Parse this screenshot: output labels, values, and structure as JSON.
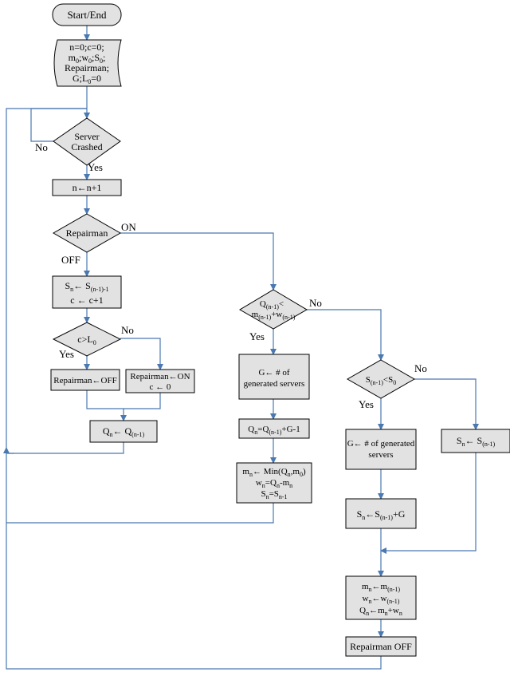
{
  "nodes": {
    "start_end": "Start/End",
    "init_1": "n=0;c=0;",
    "init_2a": "m",
    "init_2s1": "0",
    "init_2b": ";w",
    "init_2s2": "0",
    "init_2c": ";S",
    "init_2s3": "0",
    "init_2d": ";",
    "init_3": "Repairman;",
    "init_4a": "G;L",
    "init_4s": "0",
    "init_4b": "=0",
    "server_crashed_1": "Server",
    "server_crashed_2": "Crashed",
    "increment_n": "n←n+1",
    "repairman_check": "Repairman",
    "sn_1a": "S",
    "sn_1s": "n",
    "sn_1b": "← S",
    "sn_1s2": "(n-1)-1",
    "sn_2": "c ← c+1",
    "c_gt_l_a": "c>L",
    "c_gt_l_s": "0",
    "repairman_off": "Repairman←OFF",
    "repairman_on_1": "Repairman←ON",
    "repairman_on_2": "c ← 0",
    "qn_left_a": "Q",
    "qn_left_s": "n",
    "qn_left_b": "← Q",
    "qn_left_s2": "(n-1)",
    "q_cmp_1a": "Q",
    "q_cmp_1s": "(n-1)",
    "q_cmp_1b": "<",
    "q_cmp_2a": "m",
    "q_cmp_2s": "(n-1)",
    "q_cmp_2b": "+w",
    "q_cmp_2s2": "(n-1)",
    "gen_mid_1": "G← # of",
    "gen_mid_2": "generated servers",
    "qn_mid_a": "Q",
    "qn_mid_s": "n",
    "qn_mid_b": "=Q",
    "qn_mid_s2": "(n-1)",
    "qn_mid_c": "+G-1",
    "min_1a": "m",
    "min_1s": "n",
    "min_1b": "← Min(Q",
    "min_1s2": "n",
    "min_1c": ",m",
    "min_1s3": "0",
    "min_1d": ")",
    "min_2a": "w",
    "min_2s": "n",
    "min_2b": "=Q",
    "min_2s2": "n",
    "min_2c": "-m",
    "min_2s3": "n",
    "min_3a": "S",
    "min_3s": "n",
    "min_3b": "=S",
    "min_3s2": "n-1",
    "s_cmp_a": "S",
    "s_cmp_s": "(n-1)",
    "s_cmp_b": "<S",
    "s_cmp_s2": "0",
    "gen_right_1": "G← # of generated",
    "gen_right_2": "servers",
    "sn_far_a": "S",
    "sn_far_s": "n",
    "sn_far_b": "← S",
    "sn_far_s2": "(n-1)",
    "sn_plus_a": "S",
    "sn_plus_s": "n",
    "sn_plus_b": "←S",
    "sn_plus_s2": "(n-1)",
    "sn_plus_c": "+G",
    "final_1a": "m",
    "final_1s": "n",
    "final_1b": "←m",
    "final_1s2": "(n-1)",
    "final_2a": "w",
    "final_2s": "n",
    "final_2b": "←w",
    "final_2s2": "(n-1)",
    "final_3a": "Q",
    "final_3s": "n",
    "final_3b": "←m",
    "final_3s2": "n",
    "final_3c": "+w",
    "final_3s3": "n",
    "repairman_off_final": "Repairman   OFF"
  },
  "edge_labels": {
    "no_crash": "No",
    "yes_crash": "Yes",
    "on": "ON",
    "off": "OFF",
    "no_c": "No",
    "yes_c": "Yes",
    "no_q": "No",
    "yes_q": "Yes",
    "no_s": "No",
    "yes_s": "Yes"
  },
  "colors": {
    "edge": "#4a78b0",
    "box_fill": "#e2e2e2",
    "border": "#000000"
  }
}
